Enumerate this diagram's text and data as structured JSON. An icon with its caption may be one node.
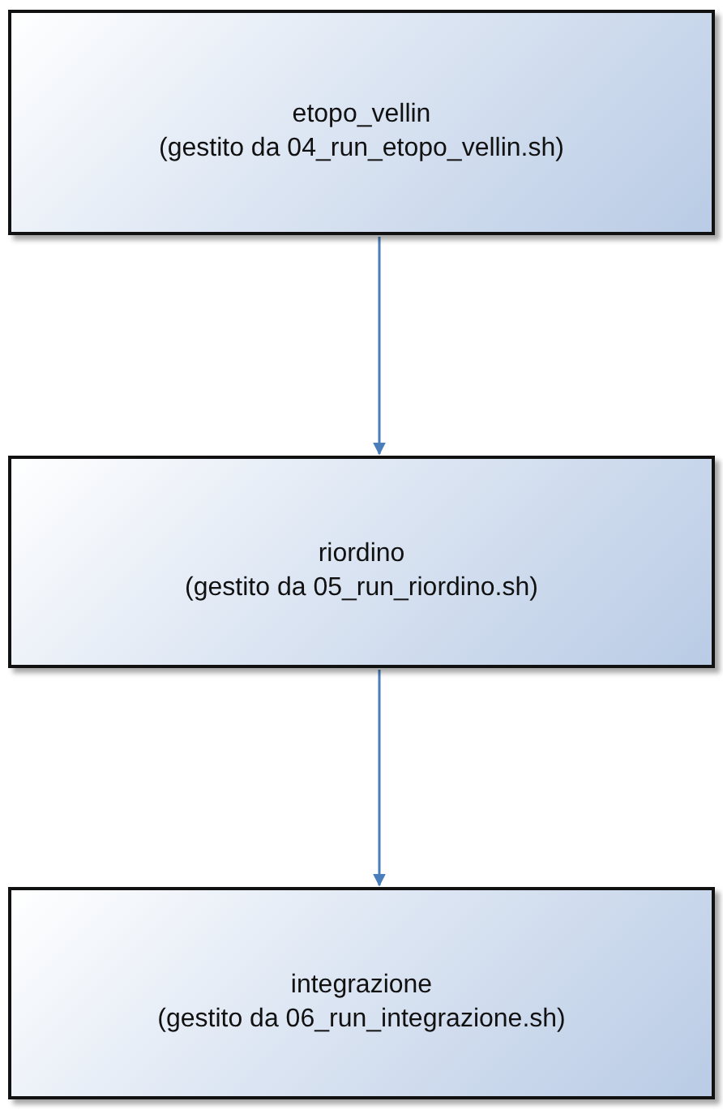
{
  "diagram": {
    "nodes": [
      {
        "text": [
          "etopo_vellin",
          "(gestito da 04_run_etopo_vellin.sh)"
        ]
      },
      {
        "text": [
          "riordino",
          "(gestito da 05_run_riordino.sh)"
        ]
      },
      {
        "text": [
          "integrazione",
          "(gestito da 06_run_integrazione.sh)"
        ]
      }
    ],
    "edges": [
      {
        "from": 0,
        "to": 1,
        "arrow": "to"
      },
      {
        "from": 1,
        "to": 2,
        "arrow": "to"
      }
    ]
  }
}
